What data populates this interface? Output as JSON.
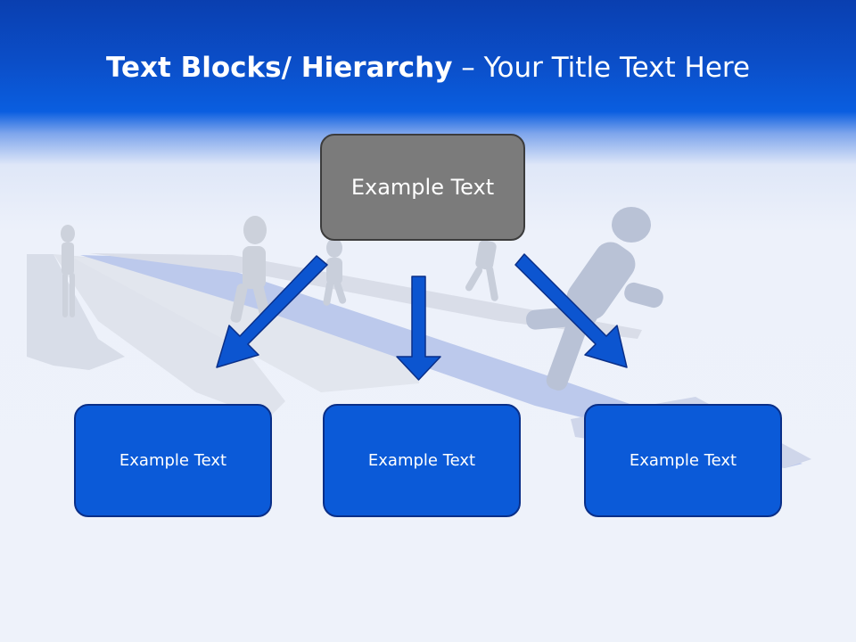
{
  "title": {
    "bold": "Text Blocks/ Hierarchy",
    "rest": " – Your Title Text Here"
  },
  "hierarchy": {
    "top": "Example Text",
    "children": [
      "Example Text",
      "Example Text",
      "Example Text"
    ]
  },
  "colors": {
    "header_blue": "#0b4ec8",
    "top_box": "#7b7b7b",
    "child_box": "#0b5ad8",
    "arrow": "#0c55d0"
  }
}
